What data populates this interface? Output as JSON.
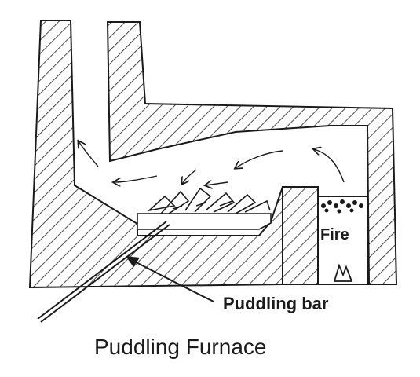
{
  "labels": {
    "fire": "Fire",
    "puddling_bar": "Puddling bar",
    "title": "Puddling Furnace"
  },
  "colors": {
    "ink": "#1a1a1a",
    "background": "#ffffff"
  }
}
